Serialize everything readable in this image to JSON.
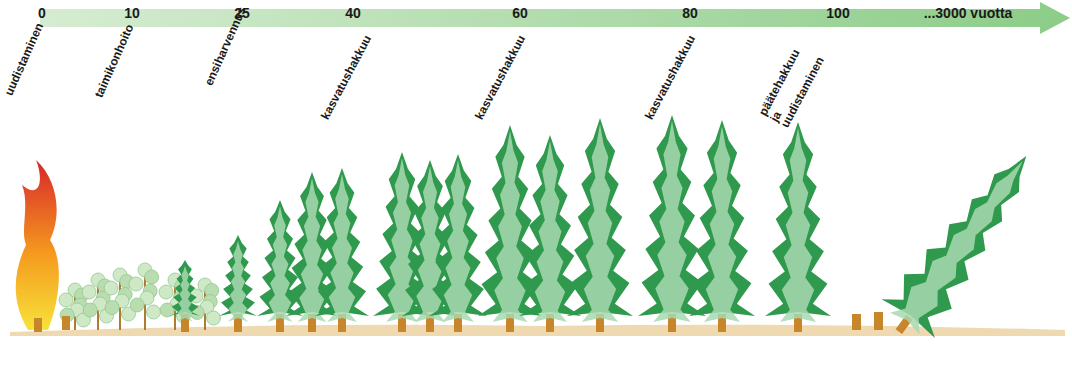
{
  "diagram": {
    "labels": [
      "0",
      "10",
      "25",
      "40",
      "60",
      "80",
      "100",
      "...3000 vuotta",
      "uudistaminen",
      "taimikonhoito",
      "ensiharvennus",
      "kasvatushakkuu",
      "kasvatushakkuu",
      "kasvatushakkuu",
      "päätehakkuu ja uudistaminen"
    ]
  }
}
